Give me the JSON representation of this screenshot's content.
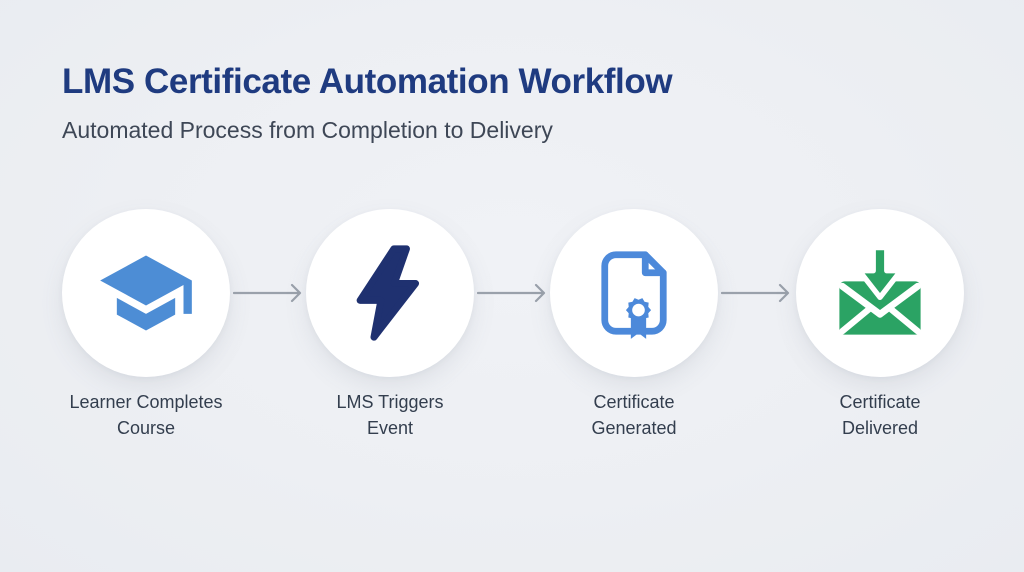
{
  "page": {
    "background_color": "#EDEFF3"
  },
  "header": {
    "title": "LMS Certificate Automation Workflow",
    "subtitle": "Automated Process from Completion to Delivery",
    "title_color": "#1F3B80",
    "subtitle_color": "#3E4756"
  },
  "workflow": {
    "arrow_color": "#9AA1AB",
    "circle_color": "#FFFFFF",
    "label_color": "#333E4E",
    "steps": [
      {
        "label": "Learner Completes\nCourse",
        "icon": "graduation-cap-icon",
        "icon_color": "#4D8DD5"
      },
      {
        "label": "LMS Triggers\nEvent",
        "icon": "lightning-bolt-icon",
        "icon_color": "#1F3170"
      },
      {
        "label": "Certificate\nGenerated",
        "icon": "certificate-ribbon-icon",
        "icon_color": "#4C89DA"
      },
      {
        "label": "Certificate\nDelivered",
        "icon": "envelope-download-icon",
        "icon_color": "#2BA364"
      }
    ]
  }
}
